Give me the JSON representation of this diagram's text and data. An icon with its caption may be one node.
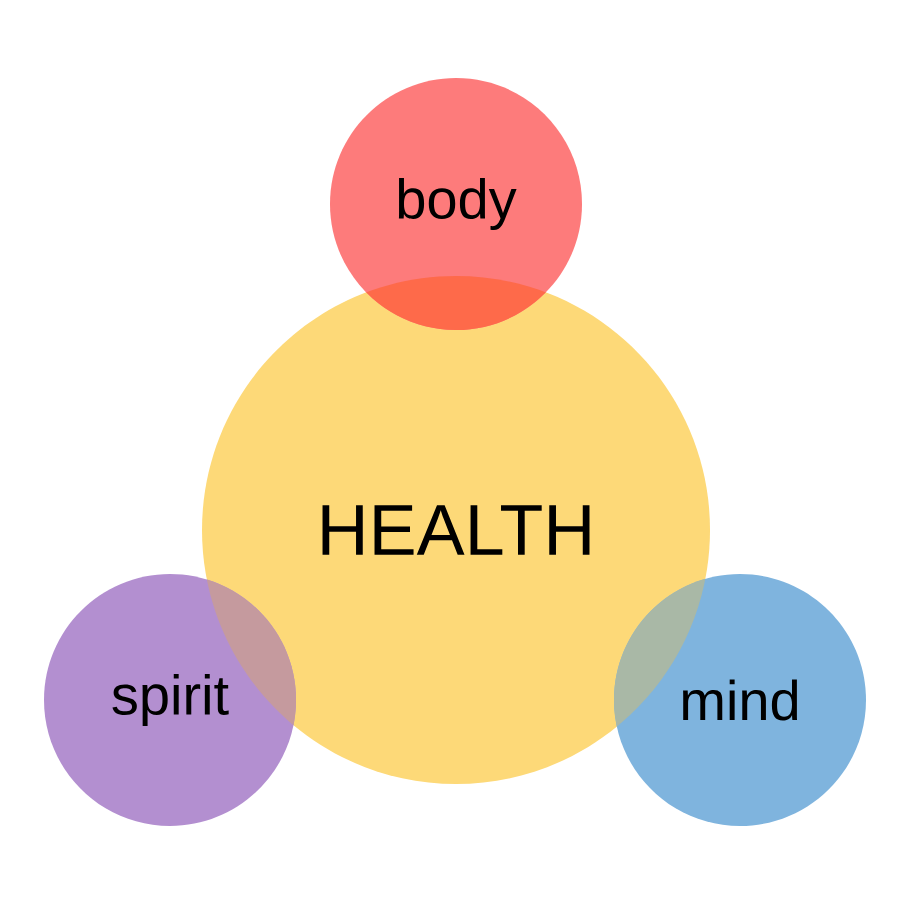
{
  "diagram": {
    "nodes": [
      {
        "text": [
          "HEALTH"
        ]
      },
      {
        "text": [
          "body"
        ]
      },
      {
        "text": [
          "spirit"
        ]
      },
      {
        "text": [
          "mind"
        ]
      }
    ]
  }
}
